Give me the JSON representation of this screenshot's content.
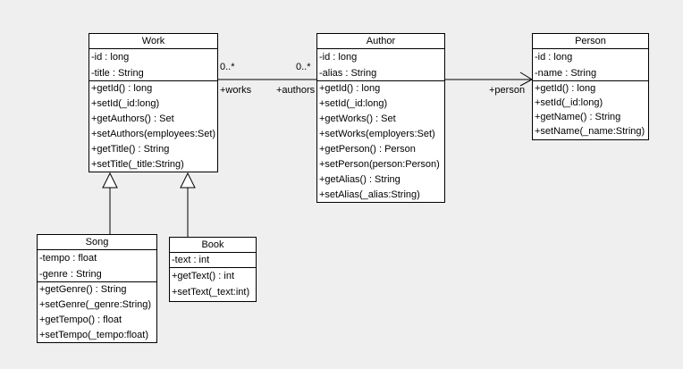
{
  "diagram": {
    "kind": "uml-class-diagram",
    "background_color": "#efefef",
    "node_fill_color": "#ffffff",
    "line_color": "#000000"
  },
  "classes": {
    "work": {
      "name": "Work",
      "attributes": [
        "-id : long",
        "-title : String"
      ],
      "methods": [
        "+getId() : long",
        "+setId(_id:long)",
        "+getAuthors() : Set",
        "+setAuthors(employees:Set)",
        "+getTitle() : String",
        "+setTitle(_title:String)"
      ]
    },
    "author": {
      "name": "Author",
      "attributes": [
        "-id : long",
        "-alias : String"
      ],
      "methods": [
        "+getId() : long",
        "+setId(_id:long)",
        "+getWorks() : Set",
        "+setWorks(employers:Set)",
        "+getPerson() : Person",
        "+setPerson(person:Person)",
        "+getAlias() : String",
        "+setAlias(_alias:String)"
      ]
    },
    "person": {
      "name": "Person",
      "attributes": [
        "-id : long",
        "-name : String"
      ],
      "methods": [
        "+getId() : long",
        "+setId(_id:long)",
        "+getName() : String",
        "+setName(_name:String)"
      ]
    },
    "song": {
      "name": "Song",
      "attributes": [
        "-tempo : float",
        "-genre : String"
      ],
      "methods": [
        "+getGenre() : String",
        "+setGenre(_genre:String)",
        "+getTempo() : float",
        "+setTempo(_tempo:float)"
      ]
    },
    "book": {
      "name": "Book",
      "attributes": [
        "-text : int"
      ],
      "methods": [
        "+getText() : int",
        "+setText(_text:int)"
      ]
    }
  },
  "associations": {
    "work_author": {
      "multiplicity_work_end": "0..*",
      "multiplicity_author_end": "0..*",
      "role_work_end": "+works",
      "role_author_end": "+authors"
    },
    "author_person": {
      "role_person_end": "+person"
    }
  }
}
